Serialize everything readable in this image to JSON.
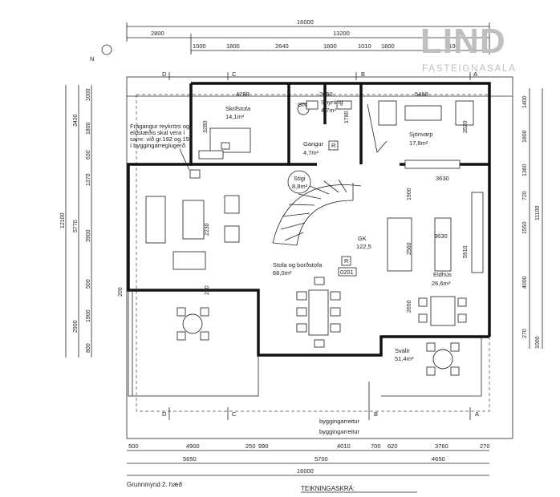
{
  "logo": {
    "brand": "LIND",
    "subtitle": "FASTEIGNASALA"
  },
  "dimensions": {
    "top_total": "16000",
    "top_row2": [
      "2800",
      "13200"
    ],
    "top_row3": [
      "1000",
      "1800",
      "2640",
      "1800",
      "1010",
      "1800",
      "3100"
    ],
    "bottom_row1": [
      "500",
      "4900",
      "250",
      "990",
      "4010",
      "700",
      "620",
      "3760",
      "270"
    ],
    "bottom_row2": [
      "5650",
      "5700",
      "4650"
    ],
    "bottom_total": "16000",
    "left_outer": [
      "3430",
      "5770",
      "2900"
    ],
    "left_total": "12100",
    "left_inner": [
      "1000",
      "1800",
      "630",
      "1370",
      "3900",
      "500",
      "1900",
      "800"
    ],
    "left_extra": "200",
    "right_inner": [
      "1400",
      "1800",
      "1360",
      "720",
      "1550",
      "4000",
      "270"
    ],
    "right_total": "11100",
    "right_extra": "1000"
  },
  "interior_dims": [
    "4288",
    "2660",
    "5468",
    "1780",
    "3280",
    "3520",
    "3630",
    "1900",
    "2230",
    "2560",
    "3630",
    "5910",
    "2650",
    "270"
  ],
  "axes": {
    "top": [
      "D",
      "C",
      "B",
      "A"
    ],
    "bottom": [
      "D",
      "C",
      "B",
      "A"
    ]
  },
  "rooms": [
    {
      "name": "Skrifstofa",
      "area": "14,1m²"
    },
    {
      "name": "Snyrting",
      "area": "4,7m²"
    },
    {
      "name": "Sjónvarp",
      "area": "17,8m²"
    },
    {
      "name": "Gangur",
      "area": "4,7m²"
    },
    {
      "name": "Stigi",
      "area": "8,8m²"
    },
    {
      "name": "GK",
      "area": "122,5"
    },
    {
      "name": "Stofa og borðstofa",
      "area": "68,0m²"
    },
    {
      "name": "Eldhús",
      "area": "26,6m²"
    },
    {
      "name": "Svalir",
      "area": "51,4m²"
    }
  ],
  "labels": {
    "gn": "GN",
    "room_code": "0201",
    "r": "R",
    "compass": "N"
  },
  "note": [
    "Frágangur reykrörs og",
    "eldstæðis skal vera í",
    "samr. við gr.192 og.193",
    "í byggingarreglugerð."
  ],
  "lines": {
    "bygg1": "byggingarreitur",
    "bygg2": "byggingarreitur"
  },
  "captions": {
    "plan_title": "Grunnmynd 2. hæð",
    "drawing_label": "TEIKNINGASKRÁ:"
  }
}
